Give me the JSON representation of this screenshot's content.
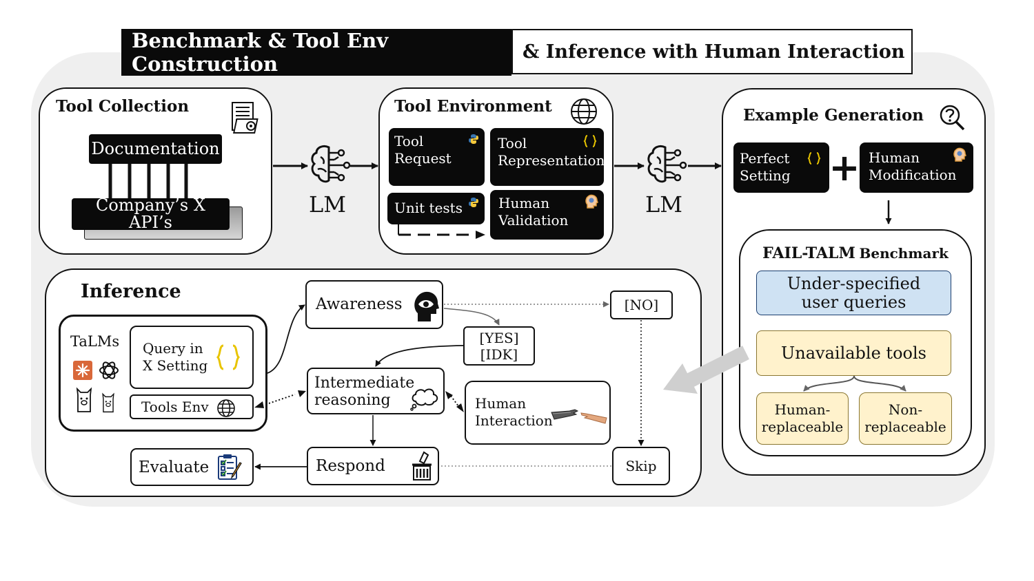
{
  "header": {
    "part1": "Benchmark & Tool Env Construction",
    "part2": "& Inference with Human Interaction"
  },
  "tool_collection": {
    "title": "Tool Collection",
    "documentation": "Documentation",
    "apis": "Company’s X API’s"
  },
  "lm_label": "LM",
  "tool_environment": {
    "title": "Tool Environment",
    "tool_request": [
      "Tool",
      "Request"
    ],
    "tool_representation": [
      "Tool",
      "Representation"
    ],
    "unit_tests": "Unit tests",
    "human_validation": [
      "Human",
      "Validation"
    ]
  },
  "example_generation": {
    "title": "Example Generation",
    "perfect_setting": [
      "Perfect",
      "Setting"
    ],
    "plus": "+",
    "human_modification": [
      "Human",
      "Modification"
    ]
  },
  "benchmark": {
    "title_prefix": "FAIL-TALM",
    "title_suffix": "Benchmark",
    "underspecified": [
      "Under-specified",
      "user queries"
    ],
    "unavailable": "Unavailable tools",
    "human_replaceable": [
      "Human-",
      "replaceable"
    ],
    "non_replaceable": [
      "Non-",
      "replaceable"
    ]
  },
  "inference": {
    "title": "Inference",
    "talms": "TaLMs",
    "query": [
      "Query in",
      "X Setting"
    ],
    "tools_env": "Tools Env",
    "awareness": "Awareness",
    "no": "[NO]",
    "yes_idk": [
      "[YES]",
      "[IDK]"
    ],
    "intermediate": [
      "Intermediate",
      "reasoning"
    ],
    "human_interaction": [
      "Human",
      "Interaction"
    ],
    "evaluate": "Evaluate",
    "respond": "Respond",
    "skip": "Skip"
  },
  "colors": {
    "blue_box": "#cfe2f3",
    "yellow_box": "#fff2cc",
    "python_blue": "#3a76b0",
    "python_yellow": "#f5c93b",
    "braces_yellow": "#e8c400",
    "claude_orange": "#d9683a"
  },
  "icons": [
    "document-gear-icon",
    "globe-icon",
    "search-question-icon",
    "brain-network-icon",
    "python-icon",
    "curly-braces-icon",
    "head-gear-icon",
    "head-eye-icon",
    "thought-cloud-icon",
    "hands-touch-icon",
    "checklist-icon",
    "ballot-box-icon",
    "claude-logo-icon",
    "openai-logo-icon",
    "llama-logo-icon"
  ]
}
